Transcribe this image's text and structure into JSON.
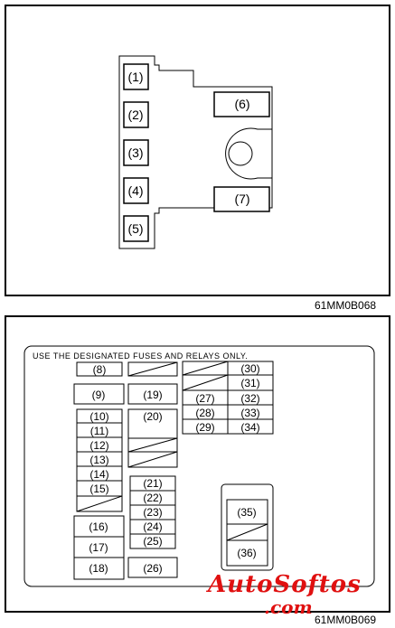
{
  "top_diagram": {
    "code": "61MM0B068",
    "fuses": [
      "(1)",
      "(2)",
      "(3)",
      "(4)",
      "(5)",
      "(6)",
      "(7)"
    ]
  },
  "bottom_diagram": {
    "code": "61MM0B069",
    "notice": "USE THE DESIGNATED FUSES AND RELAYS ONLY.",
    "labels": {
      "f8": "(8)",
      "f9": "(9)",
      "f10": "(10)",
      "f11": "(11)",
      "f12": "(12)",
      "f13": "(13)",
      "f14": "(14)",
      "f15": "(15)",
      "f16": "(16)",
      "f17": "(17)",
      "f18": "(18)",
      "f19": "(19)",
      "f20": "(20)",
      "f21": "(21)",
      "f22": "(22)",
      "f23": "(23)",
      "f24": "(24)",
      "f25": "(25)",
      "f26": "(26)",
      "f27": "(27)",
      "f28": "(28)",
      "f29": "(29)",
      "f30": "(30)",
      "f31": "(31)",
      "f32": "(32)",
      "f33": "(33)",
      "f34": "(34)",
      "f35": "(35)",
      "f36": "(36)"
    }
  },
  "watermark": {
    "line1": "AutoSoftos",
    "line2": ".com"
  }
}
